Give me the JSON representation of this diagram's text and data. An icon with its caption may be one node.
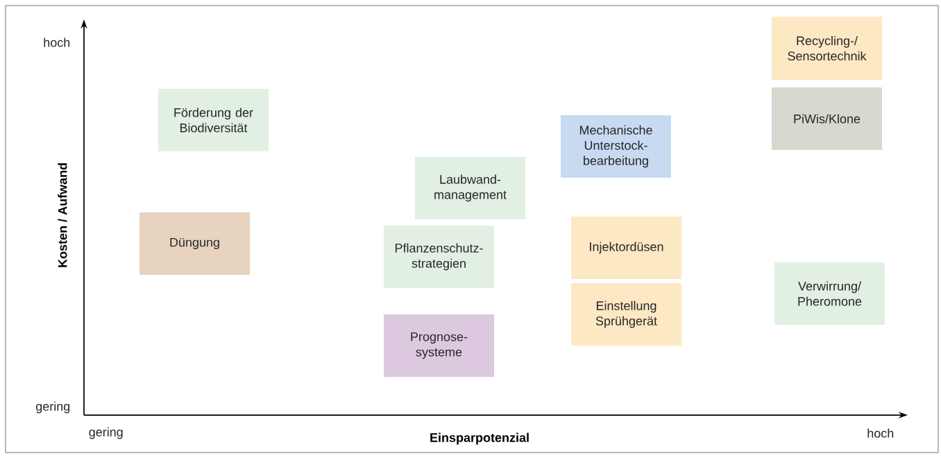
{
  "diagram": {
    "nodes": [
      {
        "text": [
          "Recycling-/ Sensortechnik"
        ]
      },
      {
        "text": [
          "Förderung der Biodiversität"
        ]
      },
      {
        "text": [
          "PiWis/Klone"
        ]
      },
      {
        "text": [
          "Mechanische Unterstock- bearbeitung"
        ]
      },
      {
        "text": [
          "Laubwand- management"
        ]
      },
      {
        "text": [
          "Düngung"
        ]
      },
      {
        "text": [
          "Injektordüsen"
        ]
      },
      {
        "text": [
          "Pflanzenschutz- strategien"
        ]
      },
      {
        "text": [
          "Verwirrung/ Pheromone"
        ]
      },
      {
        "text": [
          "Einstellung Sprühgerät"
        ]
      },
      {
        "text": [
          "Prognose- systeme"
        ]
      }
    ],
    "edges": [],
    "labels": [
      "hoch",
      "Kosten / Aufwand",
      "gering",
      "gering",
      "Einsparpotenzial",
      "hoch"
    ]
  }
}
